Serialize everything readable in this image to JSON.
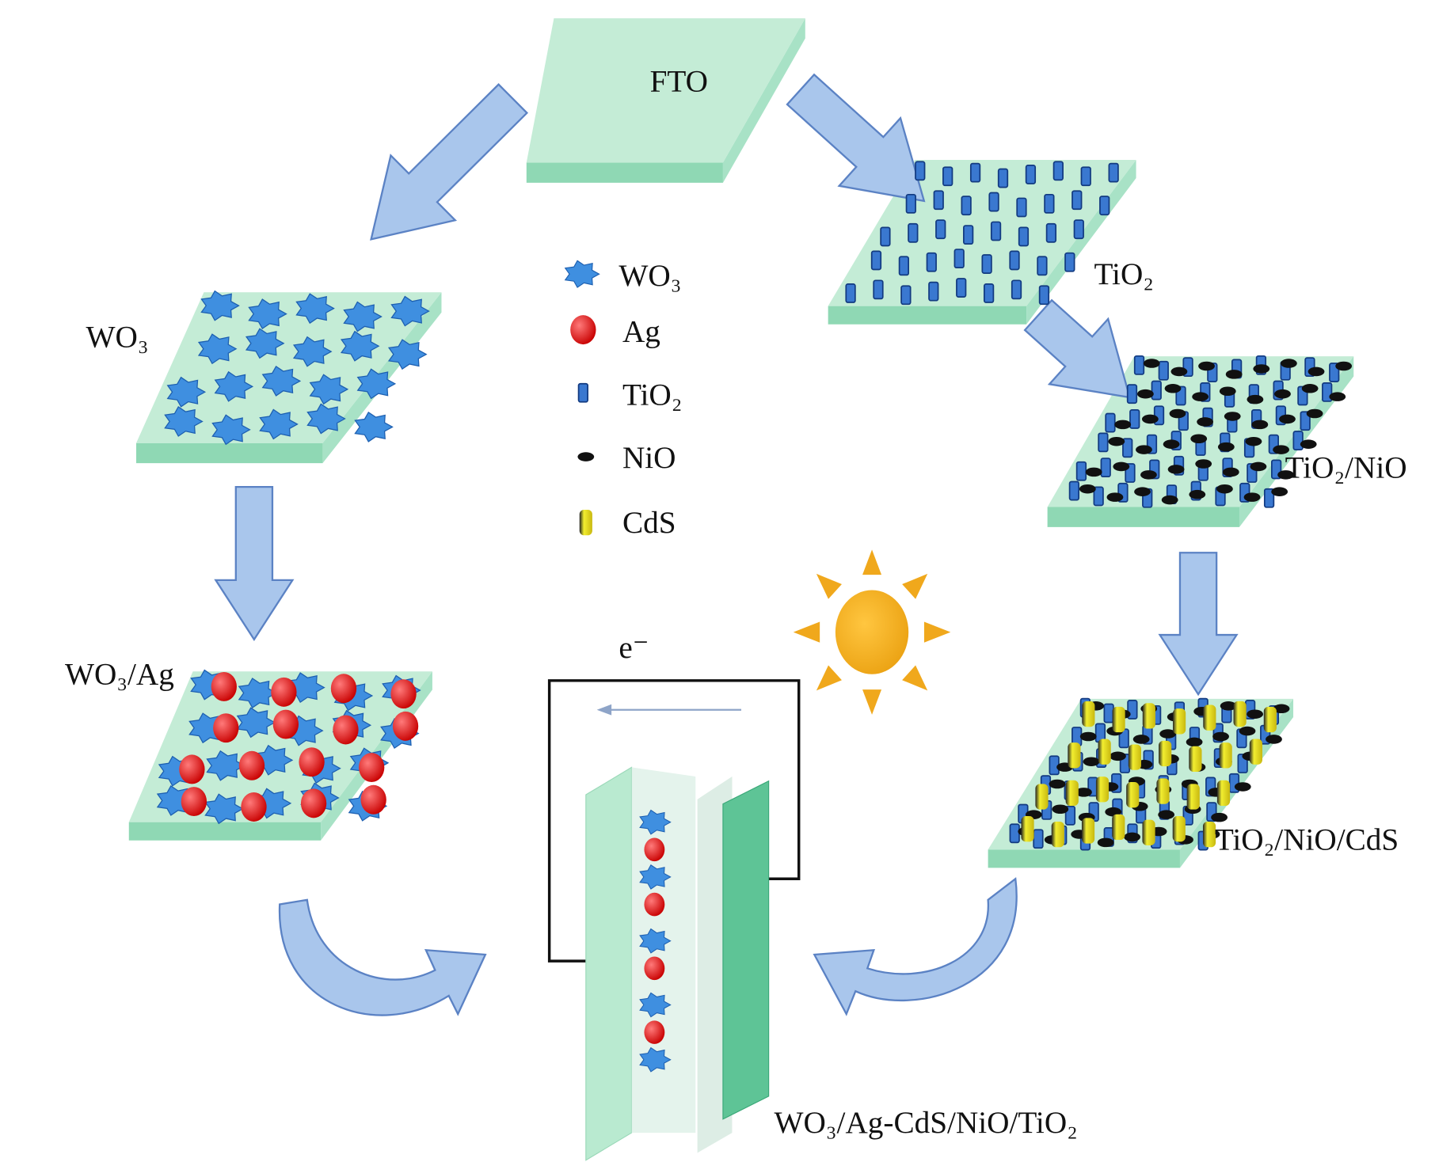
{
  "labels": {
    "fto": "FTO",
    "wo3": "WO₃",
    "tio2": "TiO₂",
    "tio2_nio": "TiO₂/NiO",
    "wo3_ag": "WO₃/Ag",
    "tio2_nio_cds": "TiO₂/NiO/CdS",
    "device": "WO₃/Ag-CdS/NiO/TiO₂",
    "electron": "e⁻"
  },
  "legend": [
    {
      "label": "WO₃",
      "icon": "wo3-particle-icon"
    },
    {
      "label": "Ag",
      "icon": "ag-sphere-icon"
    },
    {
      "label": "TiO₂",
      "icon": "tio2-rod-icon"
    },
    {
      "label": "NiO",
      "icon": "nio-particle-icon"
    },
    {
      "label": "CdS",
      "icon": "cds-rod-icon"
    }
  ],
  "colors": {
    "plate_top": "#c4ecd6",
    "plate_edge": "#8fd8b4",
    "arrow": "#a9c6ec",
    "arrow_stroke": "#5b82c4",
    "wo3": "#3f8fe0",
    "ag": "#e01818",
    "tio2": "#3a78d0",
    "nio": "#111111",
    "cds": "#e6e020",
    "sun": "#f0a81c"
  }
}
